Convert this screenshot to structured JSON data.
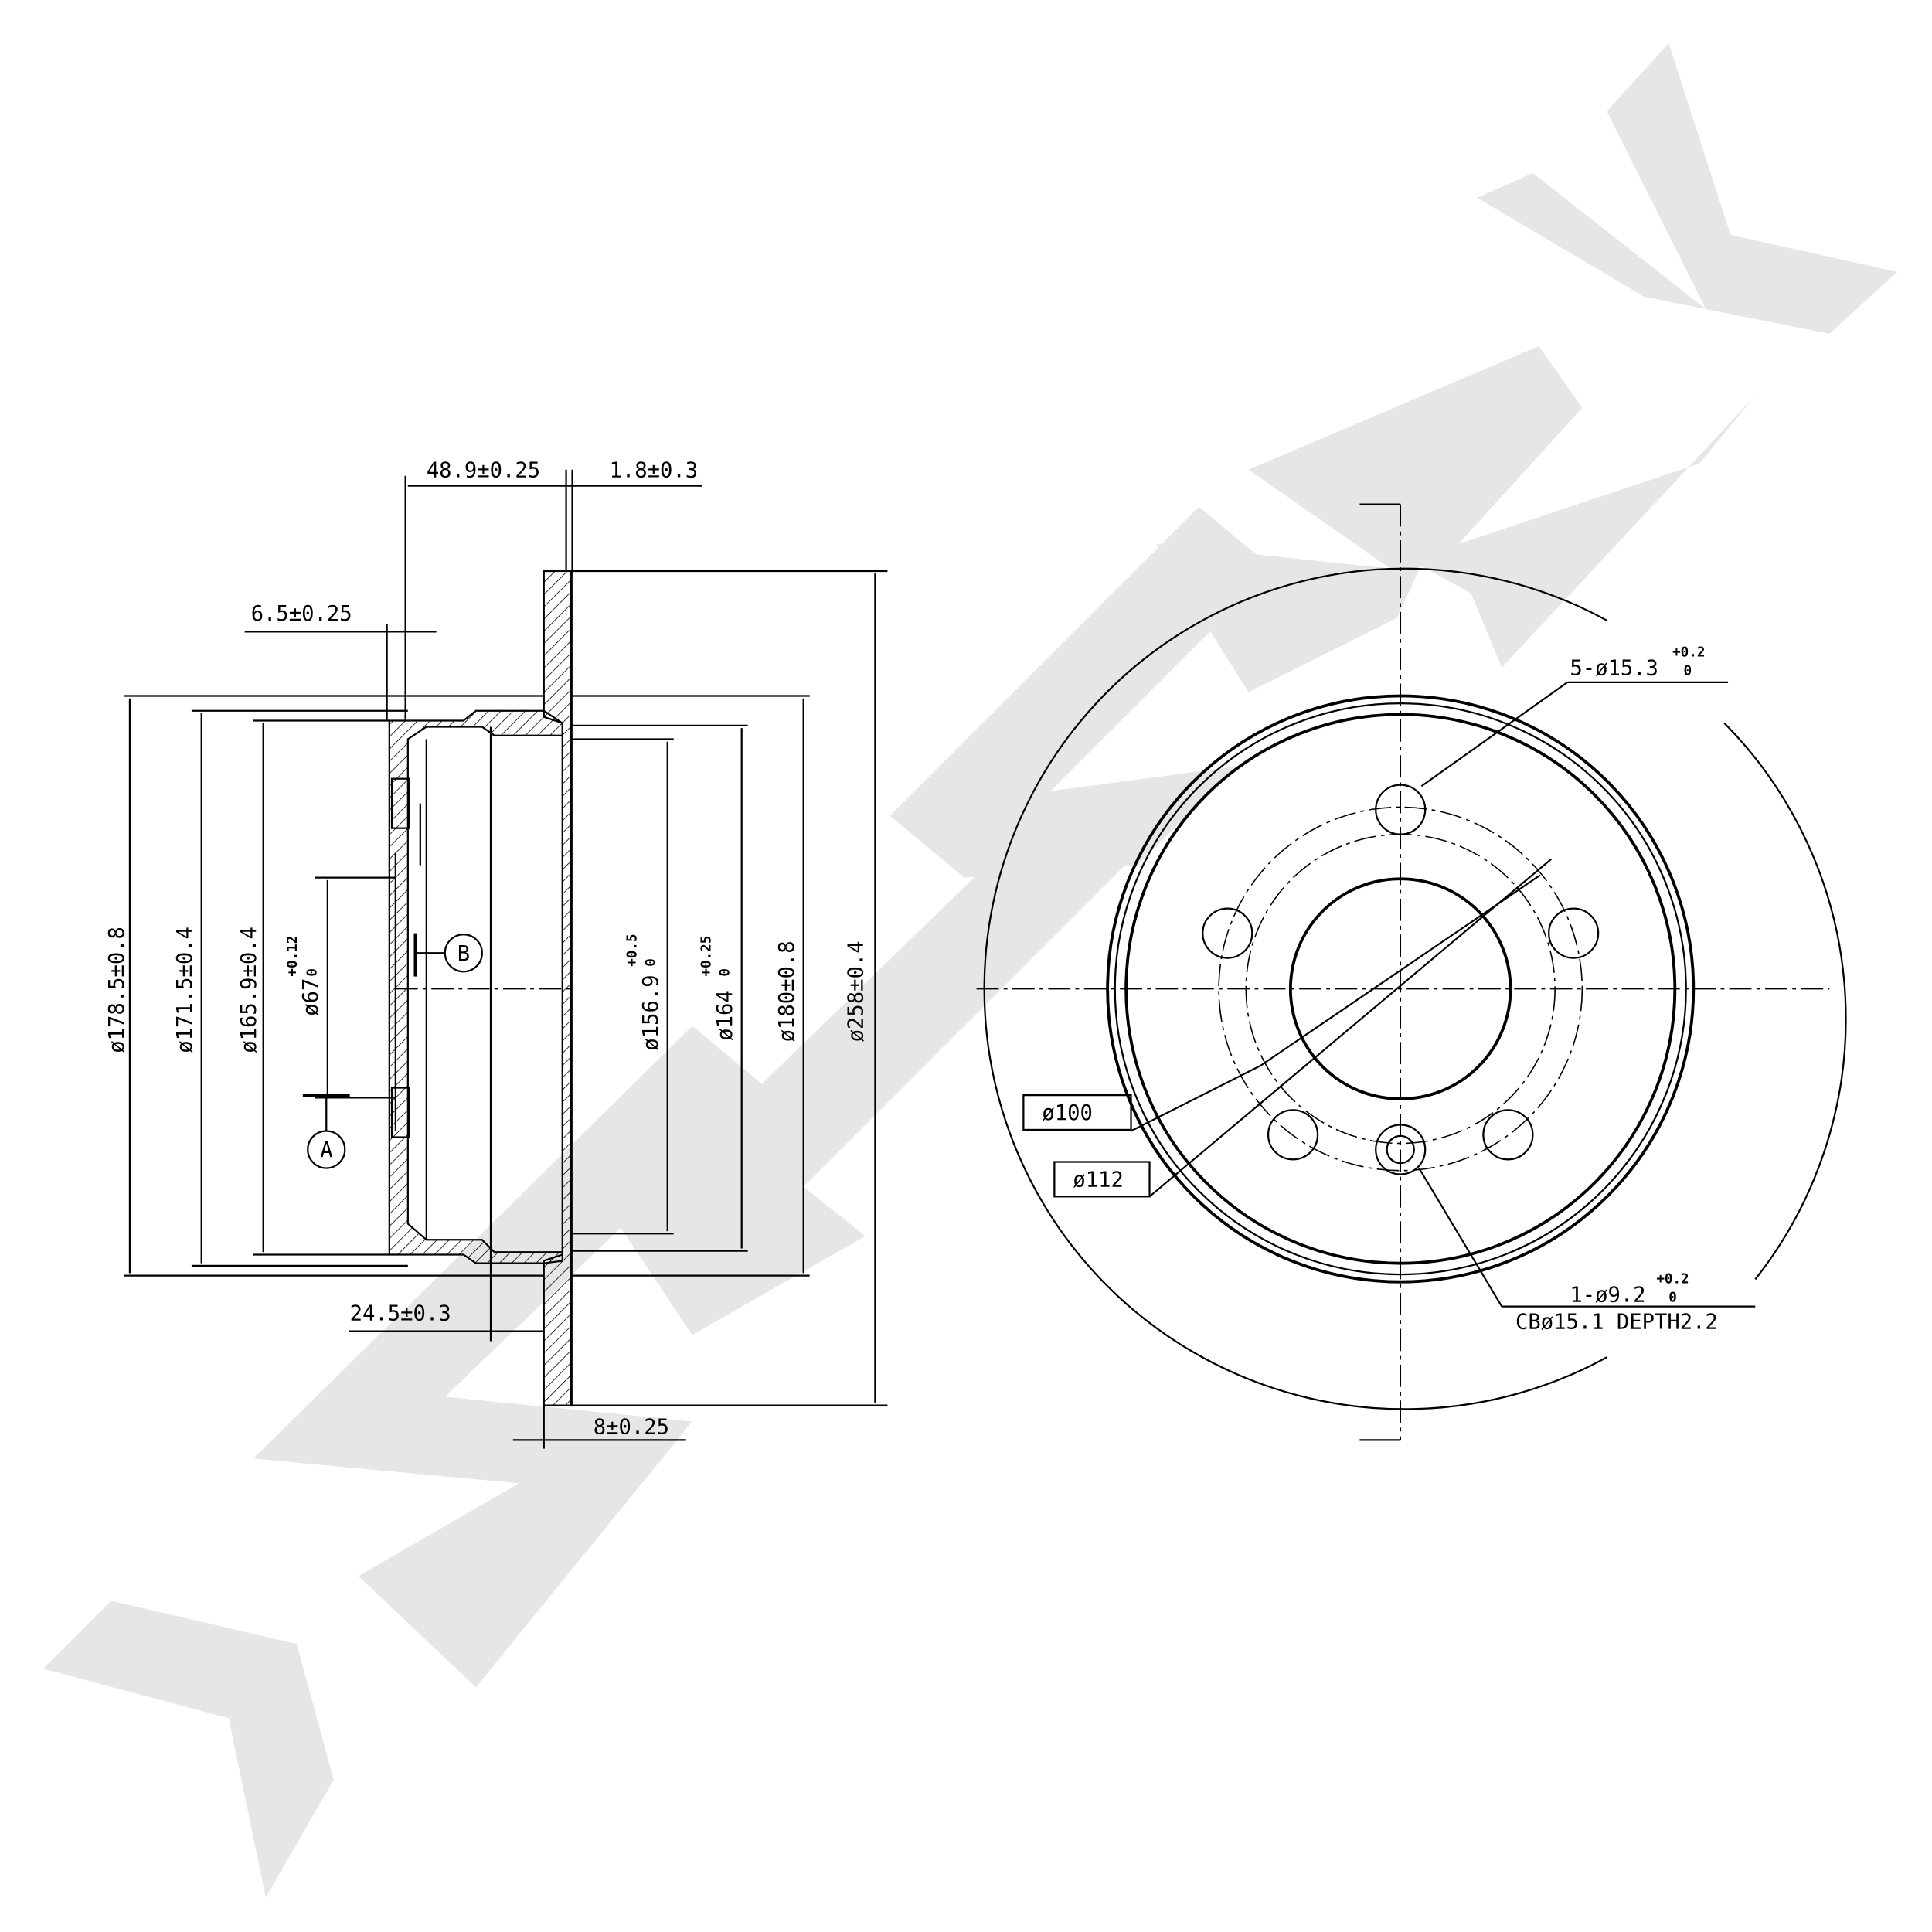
{
  "watermark": {
    "brand": "ZENMEK",
    "color": "#e6e6e6"
  },
  "side_view": {
    "dims": {
      "hat_depth": "48.9±0.25",
      "face_runout": "1.8±0.3",
      "hub_thickness": "6.5±0.25",
      "offset": "24.5±0.3",
      "disc_thickness": "8±0.25",
      "d178": "ø178.5±0.8",
      "d171": "ø171.5±0.4",
      "d165": "ø165.9±0.4",
      "d67": "ø67",
      "d67_tol_upper": "+0.12",
      "d67_tol_lower": "0",
      "d156": "ø156.9",
      "d156_tol_upper": "+0.5",
      "d156_tol_lower": "0",
      "d164": "ø164",
      "d164_tol_upper": "+0.25",
      "d164_tol_lower": "0",
      "d180": "ø180±0.8",
      "d258": "ø258±0.4"
    },
    "datum_a": "A",
    "datum_b": "B"
  },
  "front_view": {
    "bolt_holes": "5-ø15.3",
    "bolt_holes_tol_upper": "+0.2",
    "bolt_holes_tol_lower": "0",
    "pcd_100": "ø100",
    "pcd_112": "ø112",
    "locator_hole": "1-ø9.2",
    "locator_tol_upper": "+0.2",
    "locator_tol_lower": "0",
    "counterbore": "CBø15.1 DEPTH2.2"
  }
}
